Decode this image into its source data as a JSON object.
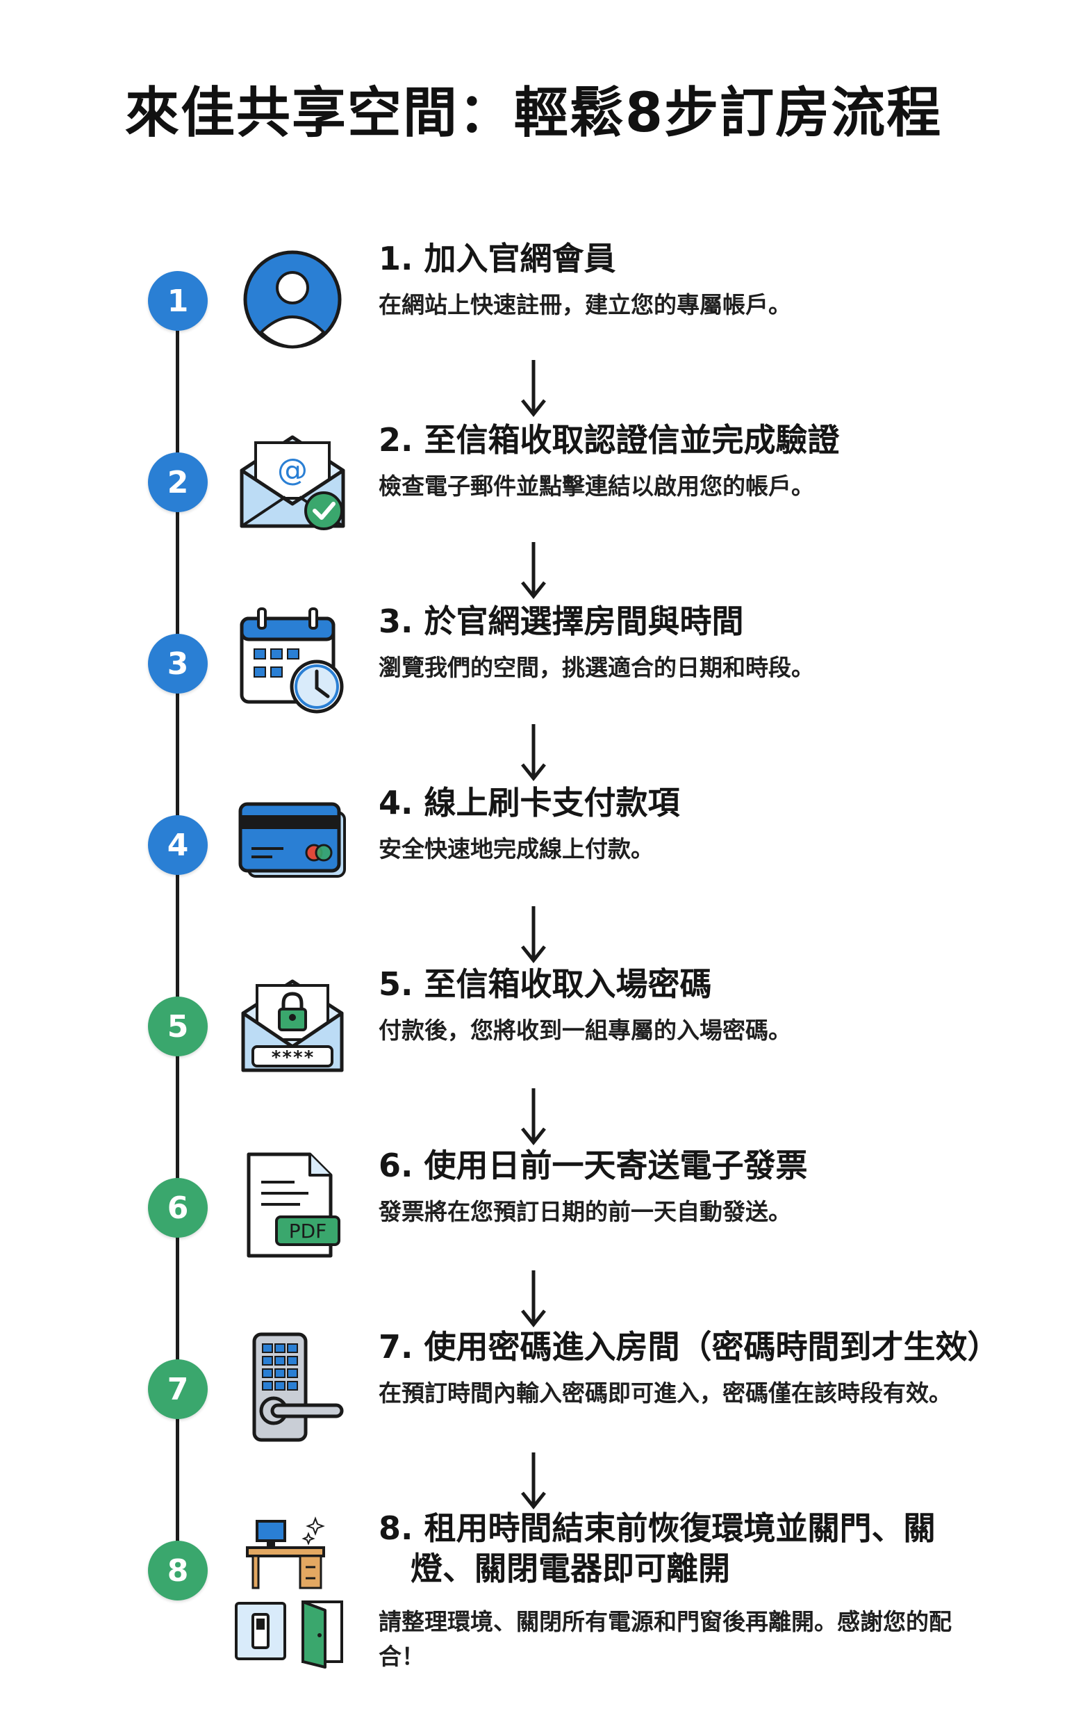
{
  "title": "來佳共享空間：輕鬆8步訂房流程",
  "colors": {
    "blue": "#2a7fd4",
    "green": "#3aa76d",
    "line": "#1c1c1c"
  },
  "steps": [
    {
      "number": "1",
      "icon": "user-profile-icon",
      "title": "1. 加入官網會員",
      "desc": "在網站上快速註冊，建立您的專屬帳戶。"
    },
    {
      "number": "2",
      "icon": "email-verification-icon",
      "title": "2. 至信箱收取認證信並完成驗證",
      "desc": "檢查電子郵件並點擊連結以啟用您的帳戶。"
    },
    {
      "number": "3",
      "icon": "calendar-clock-icon",
      "title": "3. 於官網選擇房間與時間",
      "desc": "瀏覽我們的空間，挑選適合的日期和時段。"
    },
    {
      "number": "4",
      "icon": "credit-card-icon",
      "title": "4. 線上刷卡支付款項",
      "desc": "安全快速地完成線上付款。"
    },
    {
      "number": "5",
      "icon": "email-password-icon",
      "title": "5. 至信箱收取入場密碼",
      "desc": "付款後，您將收到一組專屬的入場密碼。"
    },
    {
      "number": "6",
      "icon": "pdf-invoice-icon",
      "title": "6. 使用日前一天寄送電子發票",
      "desc": "發票將在您預訂日期的前一天自動發送。"
    },
    {
      "number": "7",
      "icon": "keypad-door-lock-icon",
      "title": "7. 使用密碼進入房間（密碼時間到才生效）",
      "desc": "在預訂時間內輸入密碼即可進入，密碼僅在該時段有效。"
    },
    {
      "number": "8",
      "icon": "tidy-desk-switch-door-icon",
      "title": "8. 租用時間結束前恢復環境並關門、關\n　燈、關閉電器即可離開",
      "desc": "請整理環境、關閉所有電源和門窗後再離開。感謝您的配合！"
    }
  ],
  "icon_texts": {
    "email_at": "@",
    "password_mask": "****",
    "pdf_label": "PDF"
  }
}
